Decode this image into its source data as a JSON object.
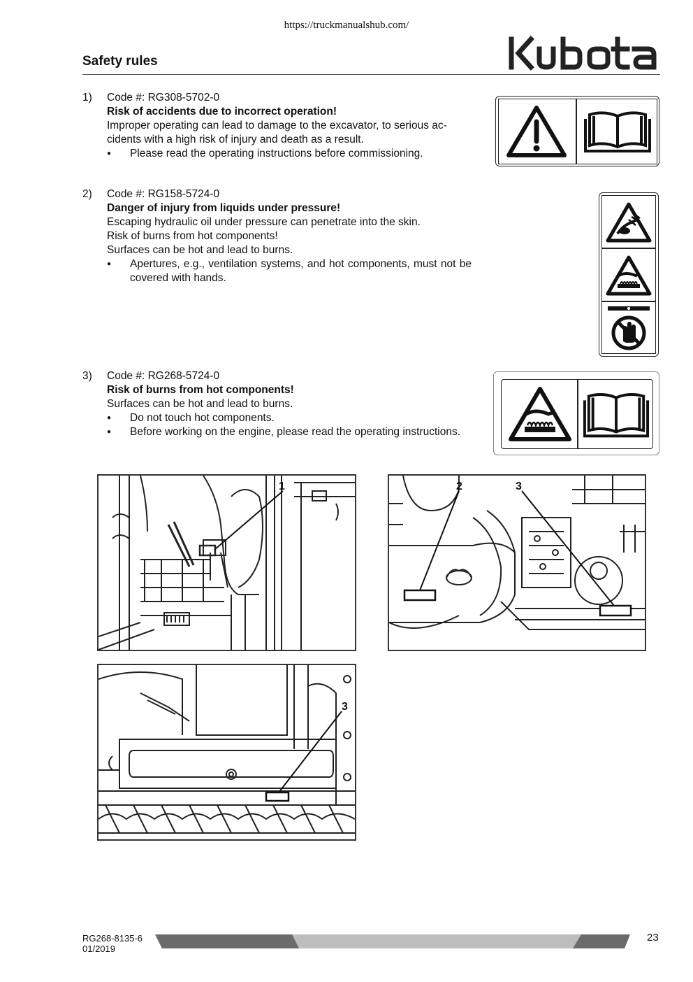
{
  "header": {
    "url": "https://truckmanualshub.com/",
    "title": "Safety rules",
    "logo_text": "Kubota"
  },
  "items": [
    {
      "number": "1)",
      "code": "Code #: RG308-5702-0",
      "heading": "Risk of accidents due to incorrect operation!",
      "lines": [
        "Improper operating can lead to damage to the excavator, to serious ac-",
        "cidents with a high risk of injury and death as a result."
      ],
      "bullets": [
        "Please read the operating instructions before commissioning."
      ],
      "icons": [
        "warning-exclamation-icon",
        "manual-book-icon"
      ]
    },
    {
      "number": "2)",
      "code": "Code #: RG158-5724-0",
      "heading": "Danger of injury from liquids under pressure!",
      "lines": [
        "Escaping hydraulic oil under pressure can penetrate into the skin.",
        "Risk of burns from hot components!",
        "Surfaces can be hot and lead to burns."
      ],
      "bullets": [
        "Apertures, e.g., ventilation systems, and hot components, must not be covered with hands."
      ],
      "icons": [
        "pressure-jet-warning-icon",
        "hot-surface-warning-icon",
        "no-hands-icon"
      ]
    },
    {
      "number": "3)",
      "code": "Code #: RG268-5724-0",
      "heading": "Risk of burns from hot components!",
      "lines": [
        "Surfaces can be hot and lead to burns."
      ],
      "bullets": [
        "Do not touch hot components.",
        "Before working on the engine, please read the operating instructions."
      ],
      "icons": [
        "hot-surface-warning-icon",
        "manual-book-icon"
      ]
    }
  ],
  "figures": [
    {
      "callouts": [
        "1"
      ]
    },
    {
      "callouts": [
        "2",
        "3"
      ]
    },
    {
      "callouts": [
        "3"
      ]
    }
  ],
  "footer": {
    "doc_code": "RG268-8135-6",
    "date": "01/2019",
    "page": "23"
  },
  "colors": {
    "bar_dark": "#6b6b6b",
    "bar_light": "#bdbdbd",
    "ink": "#111111"
  }
}
